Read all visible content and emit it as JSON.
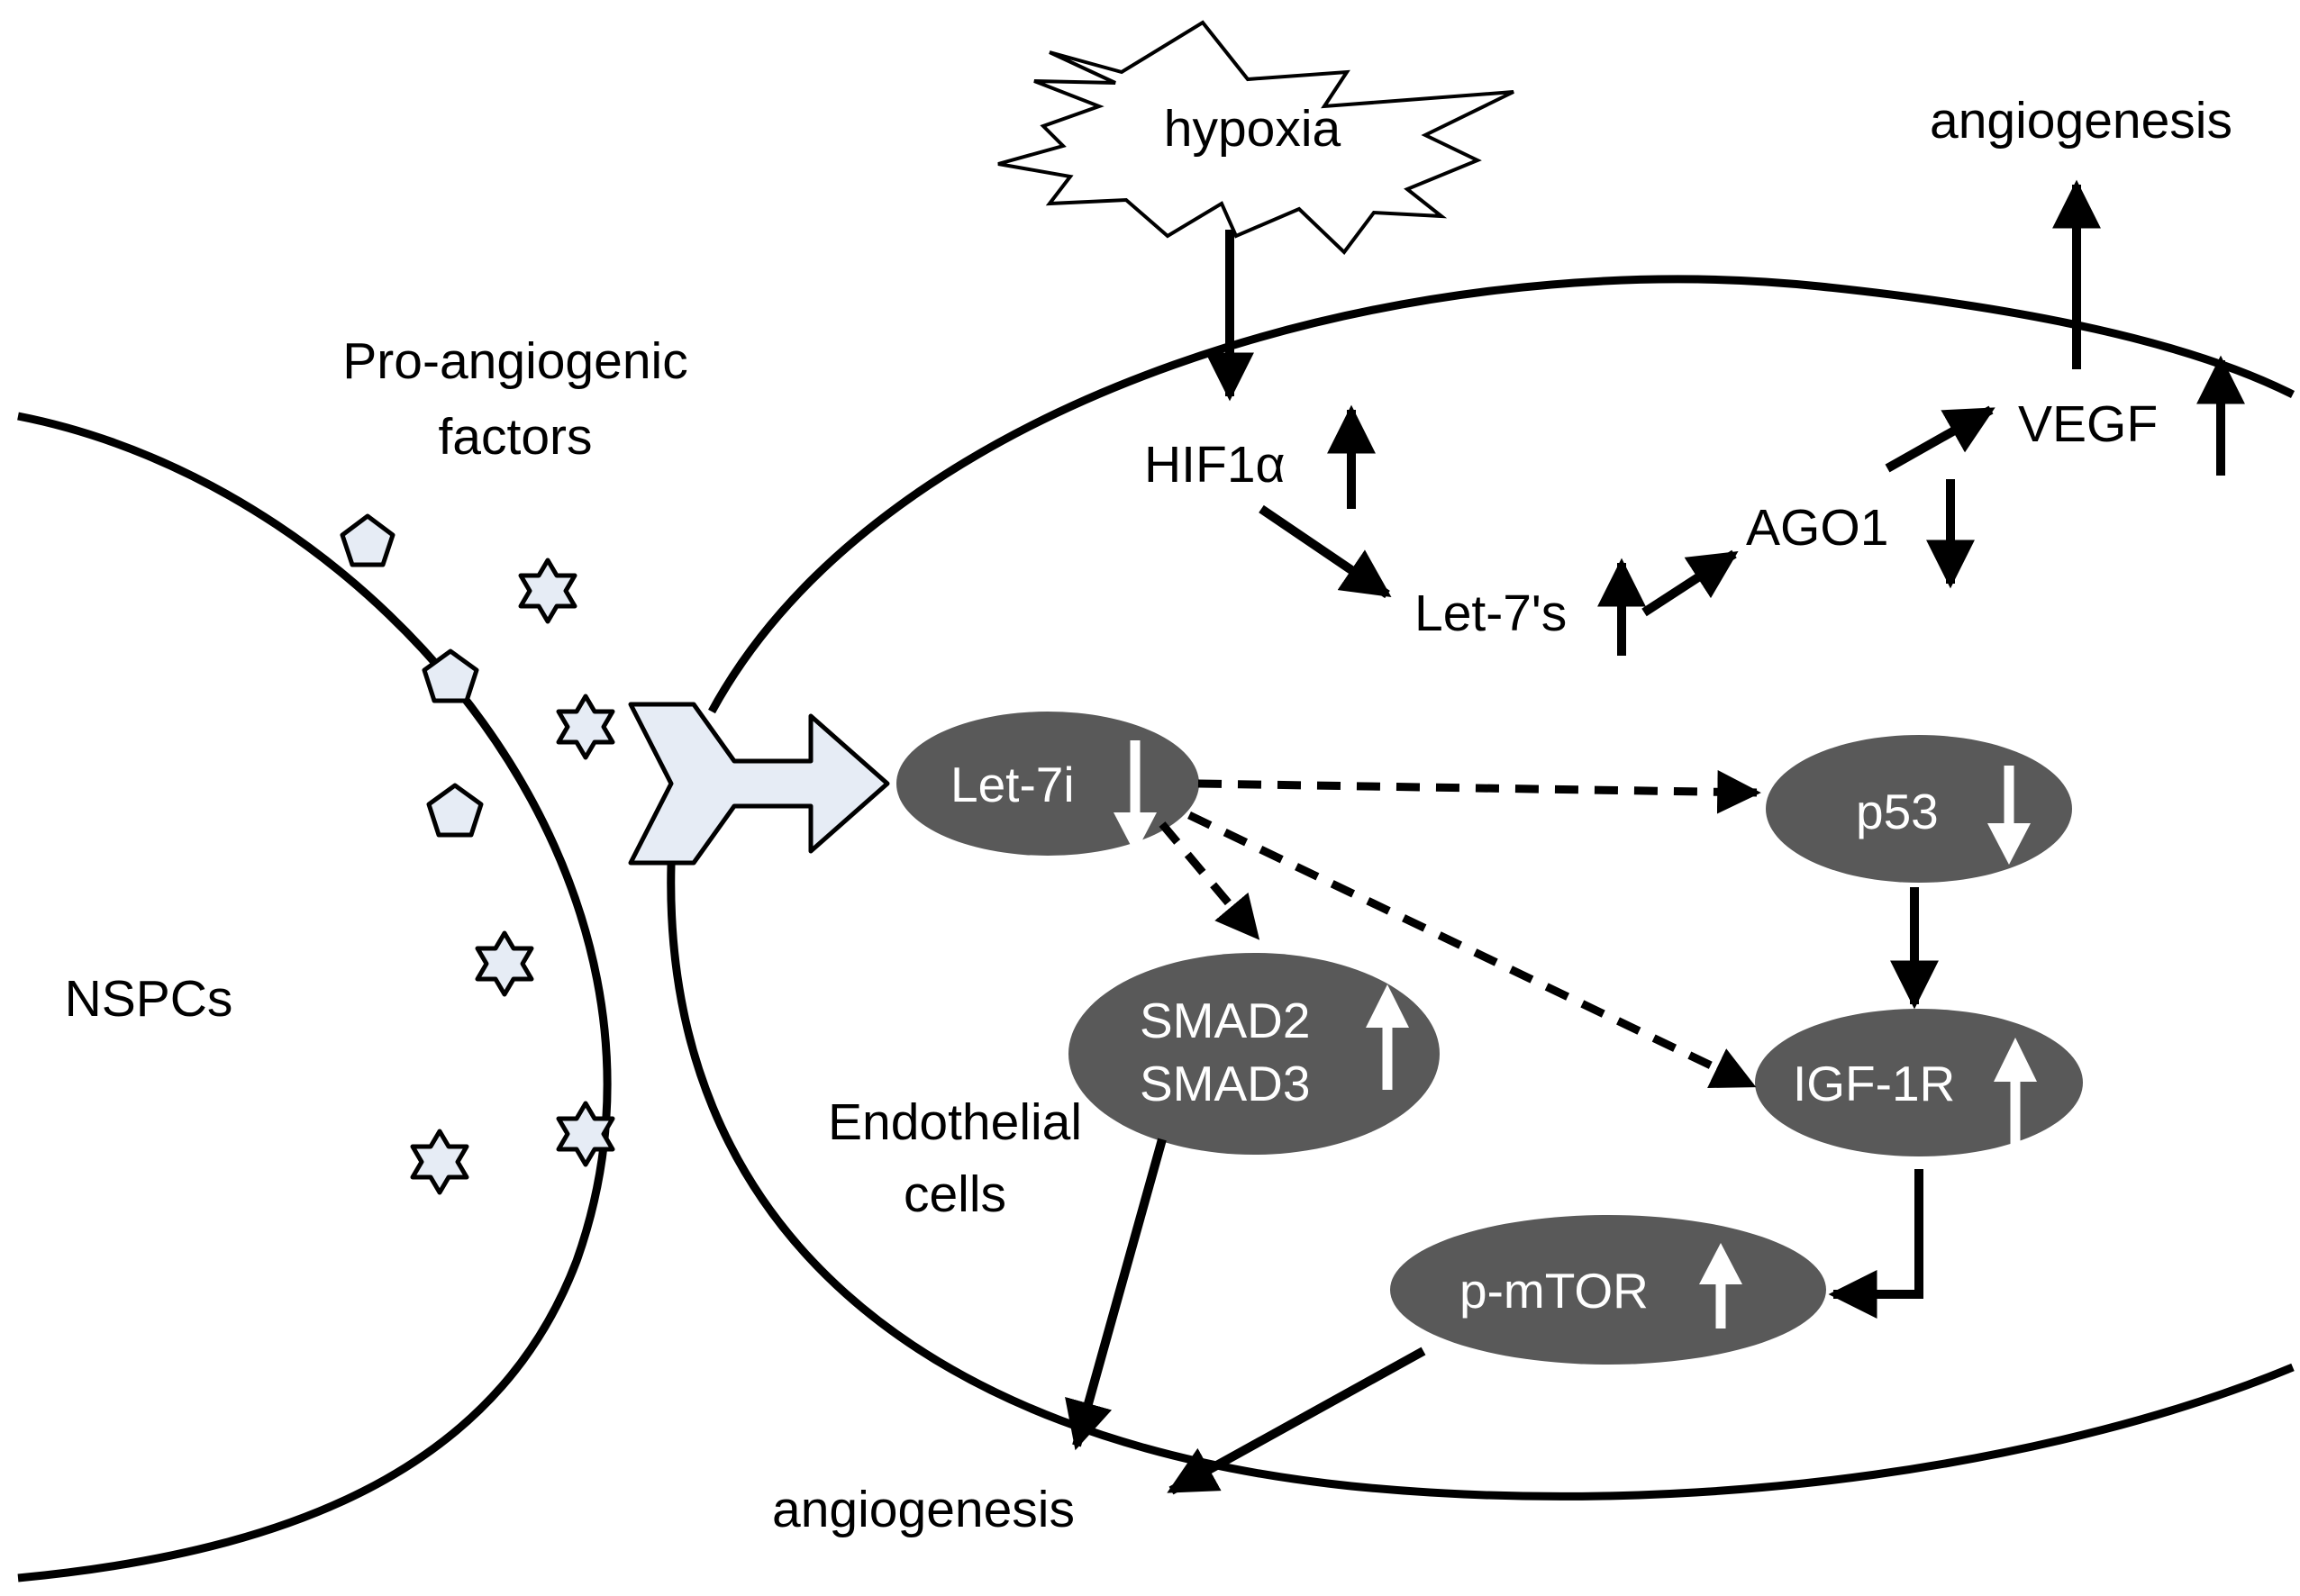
{
  "labels": {
    "hypoxia": "hypoxia",
    "angiogenesis_top": "angiogenesis",
    "pro_angiogenic_line1": "Pro-angiogenic",
    "pro_angiogenic_line2": "factors",
    "hif1a": "HIF1α",
    "vegf": "VEGF",
    "ago1": "AGO1",
    "let7s": "Let-7's",
    "nspcs": "NSPCs",
    "endothelial_line1": "Endothelial",
    "endothelial_line2": "cells",
    "angiogenesis_bottom": "angiogenesis"
  },
  "nodes": {
    "let7i": "Let-7i",
    "p53": "p53",
    "smad2": "SMAD2",
    "smad3": "SMAD3",
    "igf1r": "IGF-1R",
    "pmtor": "p-mTOR"
  },
  "regulation": {
    "hif1a": "up",
    "let7s": "up",
    "ago1": "down",
    "vegf": "up",
    "let7i": "down",
    "p53": "down",
    "smad": "up",
    "igf1r": "up",
    "pmtor": "up"
  },
  "colors": {
    "node_fill": "#595959",
    "receptor_fill": "#e6ecf5",
    "ligand_fill": "#e6ecf5",
    "stroke": "#000000",
    "node_text": "#ffffff"
  }
}
